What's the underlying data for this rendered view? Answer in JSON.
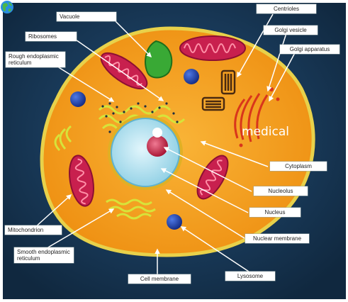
{
  "labels": {
    "vacuole": "Vacuole",
    "ribosomes": "Ribosomes",
    "rough_er": "Rough endoplasmic reticulum",
    "mitochondrion": "Mitochondrion",
    "smooth_er": "Smooth endoplasmic reticulum",
    "cell_membrane": "Cell membrane",
    "centrioles": "Centrioles",
    "golgi_vesicle": "Golgi vesicle",
    "golgi_apparatus": "Golgi apparatus",
    "cytoplasm": "Cytoplasm",
    "nucleolus": "Nucleolus",
    "nucleus": "Nucleus",
    "nuclear_membrane": "Nuclear membrane",
    "lysosome": "Lysosome"
  },
  "overlay": {
    "text": "medical"
  },
  "icons": {
    "globe": "globe-icon"
  },
  "colors": {
    "background": "#17344f",
    "cell_fill": "#f6a11c",
    "cell_border": "#e8d14a",
    "nucleus": "#b9e3f1",
    "nucleolus": "#c41f42",
    "mitochondria": "#c8204e",
    "vacuole": "#39a935",
    "lysosome": "#1f3ea6"
  }
}
